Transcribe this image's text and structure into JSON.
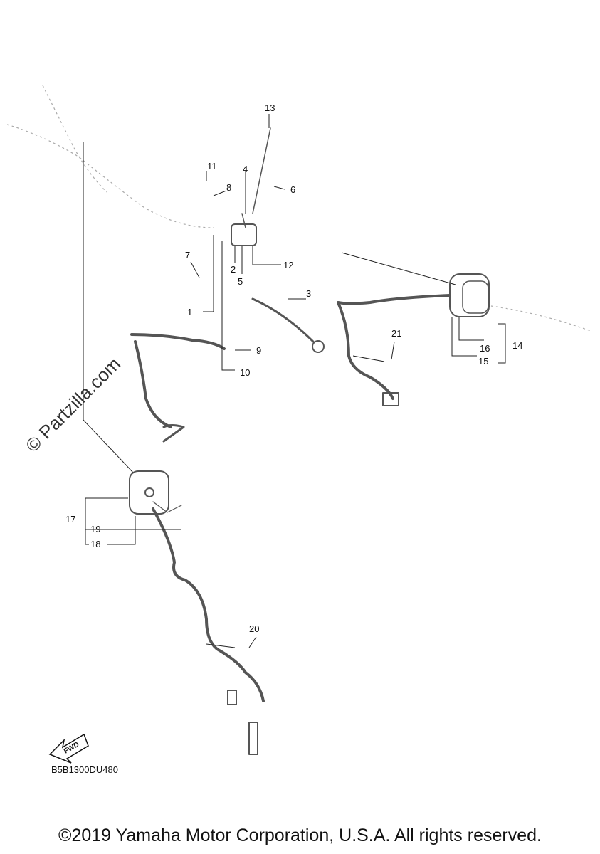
{
  "diagram": {
    "callouts": [
      "1",
      "2",
      "3",
      "4",
      "5",
      "6",
      "7",
      "8",
      "9",
      "10",
      "11",
      "12",
      "13",
      "14",
      "15",
      "16",
      "17",
      "18",
      "19",
      "20",
      "21"
    ],
    "fwd_label": "FWD",
    "diagram_code": "B5B1300DU480",
    "watermark": "© Partzilla.com",
    "copyright": "©2019 Yamaha Motor Corporation, U.S.A. All rights reserved."
  }
}
